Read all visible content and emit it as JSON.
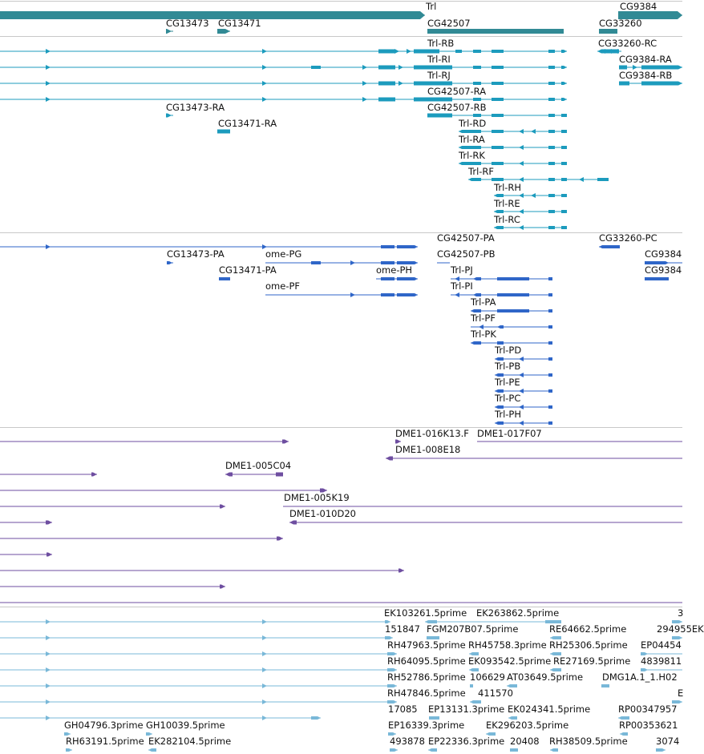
{
  "colors": {
    "gene": "#318a95",
    "rna": "#1c9bbd",
    "protein": "#2f66c8",
    "clone": "#6e4ea0",
    "est": "#79b8d8",
    "divider": "#c8c8c8"
  },
  "tracks": [
    {
      "id": "genes",
      "color": "gene",
      "features": [
        {
          "label": "Trl",
          "arrow": "right"
        },
        {
          "label": "CG9384",
          "arrow": "right"
        },
        {
          "label": "CG13473",
          "arrow": "right"
        },
        {
          "label": "CG13471",
          "arrow": "right"
        },
        {
          "label": "CG42507",
          "arrow": "none"
        },
        {
          "label": "CG33260",
          "arrow": "none"
        }
      ]
    },
    {
      "id": "transcripts",
      "color": "rna",
      "features": [
        {
          "label": "Trl-RB",
          "arrow": "right"
        },
        {
          "label": "CG33260-RC",
          "arrow": "left"
        },
        {
          "label": "Trl-RI",
          "arrow": "right"
        },
        {
          "label": "CG9384-RA",
          "arrow": "right"
        },
        {
          "label": "Trl-RJ",
          "arrow": "right"
        },
        {
          "label": "CG9384-RB",
          "arrow": "right"
        },
        {
          "label": "CG42507-RA",
          "arrow": "right"
        },
        {
          "label": "CG13473-RA",
          "arrow": "right"
        },
        {
          "label": "CG42507-RB",
          "arrow": "none"
        },
        {
          "label": "CG13471-RA",
          "arrow": "none"
        },
        {
          "label": "Trl-RD",
          "arrow": "left"
        },
        {
          "label": "Trl-RA",
          "arrow": "left"
        },
        {
          "label": "Trl-RK",
          "arrow": "left"
        },
        {
          "label": "Trl-RF",
          "arrow": "left"
        },
        {
          "label": "Trl-RH",
          "arrow": "left"
        },
        {
          "label": "Trl-RE",
          "arrow": "left"
        },
        {
          "label": "Trl-RC",
          "arrow": "left"
        }
      ]
    },
    {
      "id": "proteins",
      "color": "protein",
      "features": [
        {
          "label": "CG42507-PA",
          "arrow": "right"
        },
        {
          "label": "CG33260-PC",
          "arrow": "left"
        },
        {
          "label": "CG13473-PA",
          "arrow": "right"
        },
        {
          "label": "ome-PG",
          "arrow": "right"
        },
        {
          "label": "CG42507-PB",
          "arrow": "right"
        },
        {
          "label": "CG9384",
          "arrow": "right"
        },
        {
          "label": "CG13471-PA",
          "arrow": "none"
        },
        {
          "label": "ome-PH",
          "arrow": "right"
        },
        {
          "label": "Trl-PJ",
          "arrow": "left"
        },
        {
          "label": "CG9384",
          "arrow": "none"
        },
        {
          "label": "ome-PF",
          "arrow": "right"
        },
        {
          "label": "Trl-PI",
          "arrow": "left"
        },
        {
          "label": "Trl-PA",
          "arrow": "left"
        },
        {
          "label": "Trl-PF",
          "arrow": "left"
        },
        {
          "label": "Trl-PK",
          "arrow": "left"
        },
        {
          "label": "Trl-PD",
          "arrow": "left"
        },
        {
          "label": "Trl-PB",
          "arrow": "left"
        },
        {
          "label": "Trl-PE",
          "arrow": "left"
        },
        {
          "label": "Trl-PC",
          "arrow": "left"
        },
        {
          "label": "Trl-PH",
          "arrow": "left"
        }
      ]
    },
    {
      "id": "clones",
      "color": "clone",
      "features": [
        {
          "label": "",
          "arrow": "right"
        },
        {
          "label": "DME1-016K13.F",
          "arrow": "right"
        },
        {
          "label": "DME1-017F07",
          "arrow": "left"
        },
        {
          "label": "DME1-008E18",
          "arrow": "left"
        },
        {
          "label": "",
          "arrow": "right"
        },
        {
          "label": "DME1-005C04",
          "arrow": "left"
        },
        {
          "label": "",
          "arrow": "right"
        },
        {
          "label": "",
          "arrow": "right"
        },
        {
          "label": "DME1-005K19",
          "arrow": "left"
        },
        {
          "label": "",
          "arrow": "right"
        },
        {
          "label": "DME1-010D20",
          "arrow": "left"
        },
        {
          "label": "",
          "arrow": "right"
        },
        {
          "label": "",
          "arrow": "right"
        },
        {
          "label": "",
          "arrow": "right"
        },
        {
          "label": "",
          "arrow": "right"
        },
        {
          "label": "",
          "arrow": "none"
        }
      ]
    },
    {
      "id": "ests",
      "color": "est",
      "features": [
        {
          "label": "EK103261.5prime",
          "arrow": "right"
        },
        {
          "label": "EK263862.5prime",
          "arrow": "left"
        },
        {
          "label": "3",
          "arrow": "right"
        },
        {
          "label": "151847",
          "arrow": "right"
        },
        {
          "label": "FGM207B07.5prime",
          "arrow": "none"
        },
        {
          "label": "RE64662.5prime",
          "arrow": "left"
        },
        {
          "label": "294955EK",
          "arrow": "right"
        },
        {
          "label": "RH47963.5prime",
          "arrow": "right"
        },
        {
          "label": "RH45758.3prime",
          "arrow": "left"
        },
        {
          "label": "RH25306.5prime",
          "arrow": "left"
        },
        {
          "label": "EP04454",
          "arrow": "right"
        },
        {
          "label": "RH64095.5prime",
          "arrow": "right"
        },
        {
          "label": "EK093542.5prime",
          "arrow": "left"
        },
        {
          "label": "RE27169.5prime",
          "arrow": "left"
        },
        {
          "label": "4839811",
          "arrow": "right"
        },
        {
          "label": "RH52786.5prime",
          "arrow": "right"
        },
        {
          "label": "106629",
          "arrow": "none"
        },
        {
          "label": "AT03649.5prime",
          "arrow": "left"
        },
        {
          "label": "DMG1A.1_1.H02",
          "arrow": "none"
        },
        {
          "label": "RH47846.5prime",
          "arrow": "right"
        },
        {
          "label": "411570",
          "arrow": "left"
        },
        {
          "label": "E",
          "arrow": "right"
        },
        {
          "label": "17085",
          "arrow": "right"
        },
        {
          "label": "EP13131.3prime",
          "arrow": "none"
        },
        {
          "label": "EK024341.5prime",
          "arrow": "left"
        },
        {
          "label": "RP00347957",
          "arrow": "left"
        },
        {
          "label": "GH04796.3prime",
          "arrow": "right"
        },
        {
          "label": "GH10039.5prime",
          "arrow": "right"
        },
        {
          "label": "EP16339.3prime",
          "arrow": "right"
        },
        {
          "label": "EK296203.5prime",
          "arrow": "left"
        },
        {
          "label": "RP00353621",
          "arrow": "left"
        },
        {
          "label": "RH63191.5prime",
          "arrow": "right"
        },
        {
          "label": "EK282104.5prime",
          "arrow": "left"
        },
        {
          "label": "493878",
          "arrow": "right"
        },
        {
          "label": "EP22336.3prime",
          "arrow": "left"
        },
        {
          "label": "20408",
          "arrow": "none"
        },
        {
          "label": "RH38509.5prime",
          "arrow": "left"
        },
        {
          "label": "3074",
          "arrow": "right"
        }
      ]
    }
  ]
}
